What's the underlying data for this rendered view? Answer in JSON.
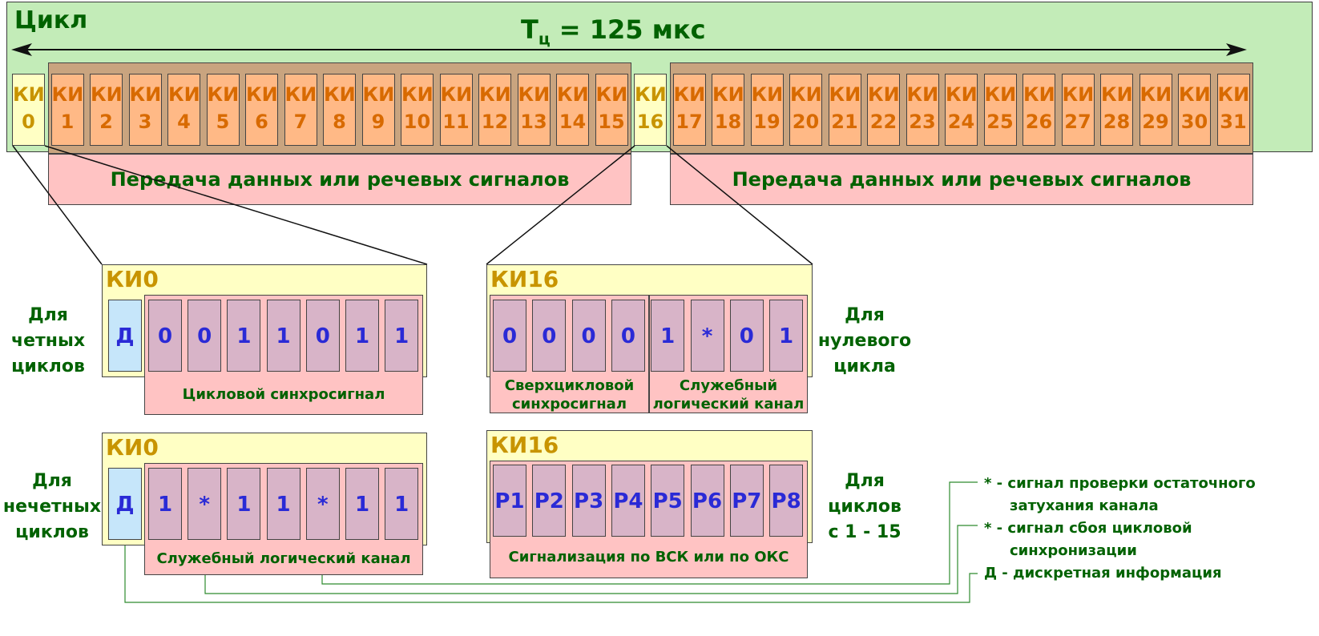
{
  "cycle": {
    "title": "Цикл",
    "period_label": "T",
    "period_sub": "ц",
    "period_value": "=  125 мкс",
    "slot_prefix": "КИ",
    "slots": [
      "0",
      "1",
      "2",
      "3",
      "4",
      "5",
      "6",
      "7",
      "8",
      "9",
      "10",
      "11",
      "12",
      "13",
      "14",
      "15",
      "16",
      "17",
      "18",
      "19",
      "20",
      "21",
      "22",
      "23",
      "24",
      "25",
      "26",
      "27",
      "28",
      "29",
      "30",
      "31"
    ],
    "band_left": "Передача данных или речевых сигналов",
    "band_right": "Передача данных или речевых сигналов"
  },
  "ki0_even": {
    "title": "КИ0",
    "d_label": "Д",
    "bits": [
      "0",
      "0",
      "1",
      "1",
      "0",
      "1",
      "1"
    ],
    "caption": "Цикловой синхросигнал",
    "side": [
      "Для",
      "четных",
      "циклов"
    ]
  },
  "ki0_odd": {
    "title": "КИ0",
    "d_label": "Д",
    "bits": [
      "1",
      "*",
      "1",
      "1",
      "*",
      "1",
      "1"
    ],
    "caption": "Служебный логический канал",
    "side": [
      "Для",
      "нечетных",
      "циклов"
    ]
  },
  "ki16_zero": {
    "title": "КИ16",
    "bits": [
      "0",
      "0",
      "0",
      "0",
      "1",
      "*",
      "0",
      "1"
    ],
    "caption_left": [
      "Сверхцикловой",
      "синхросигнал"
    ],
    "caption_right": [
      "Служебный",
      "логический канал"
    ],
    "side": [
      "Для",
      "нулевого",
      "цикла"
    ]
  },
  "ki16_other": {
    "title": "КИ16",
    "bits": [
      "P1",
      "P2",
      "P3",
      "P4",
      "P5",
      "P6",
      "P7",
      "P8"
    ],
    "caption": "Сигнализация по ВСК или по ОКС",
    "side": [
      "Для",
      "циклов",
      "с 1 - 15"
    ]
  },
  "legend": {
    "item1_line1": "* - сигнал проверки остаточного",
    "item1_line2": "затухания канала",
    "item2_line1": "* - сигнал сбоя цикловой",
    "item2_line2": "синхронизации",
    "item3": "Д - дискретная информация"
  }
}
